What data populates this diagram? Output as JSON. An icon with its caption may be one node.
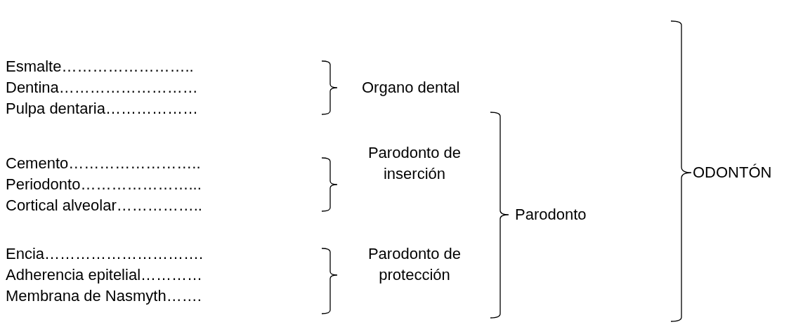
{
  "diagram": {
    "labels": [
      "Esmalte……………………..",
      "Dentina………………………",
      "Pulpa dentaria………………",
      "Cemento……………………..",
      "Periodonto…………………...",
      "Cortical alveolar……………..",
      "Encia………………………….",
      "Adherencia epitelial…………",
      "Membrana de Nasmyth…….",
      "Organo dental",
      "Parodonto de inserción",
      "Parodonto de protección",
      "Parodonto",
      "ODONTÓN"
    ]
  }
}
